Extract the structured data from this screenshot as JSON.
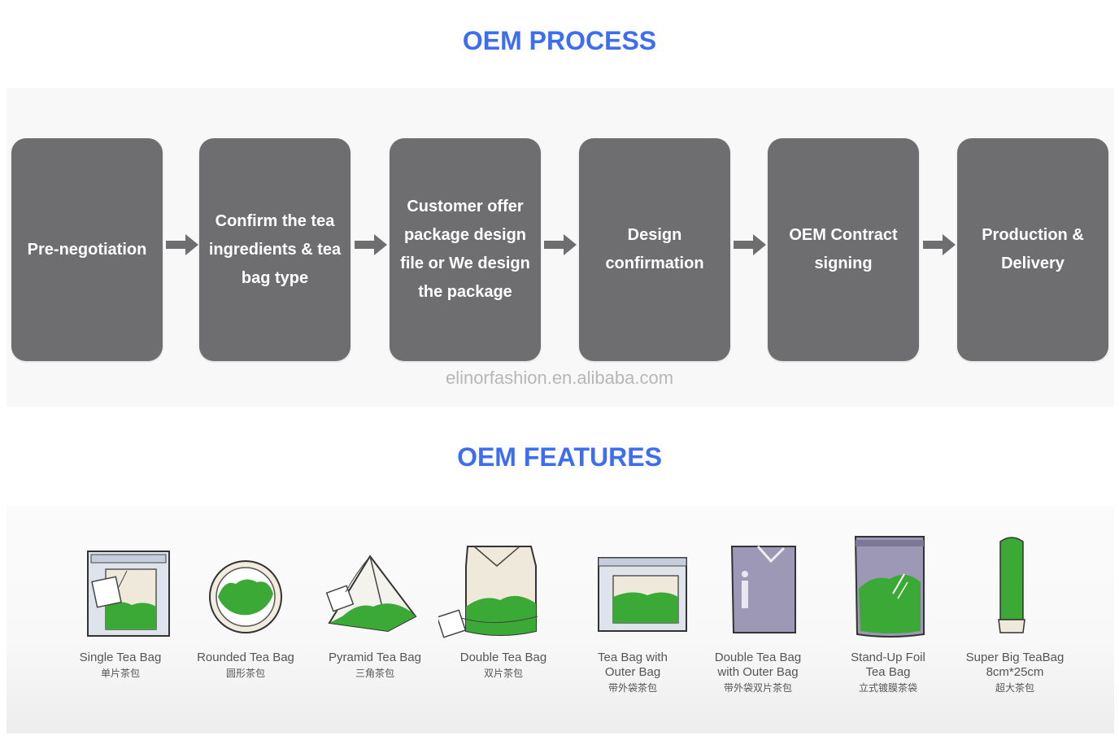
{
  "process": {
    "title": "OEM PROCESS",
    "steps": [
      {
        "lines": [
          "Pre-negotiation"
        ]
      },
      {
        "lines": [
          "Confirm the tea",
          "ingredients & tea",
          "bag type"
        ]
      },
      {
        "lines": [
          "Customer offer",
          "package design",
          "file or We design",
          "the package"
        ]
      },
      {
        "lines": [
          "Design",
          "confirmation"
        ]
      },
      {
        "lines": [
          "OEM Contract",
          "signing"
        ]
      },
      {
        "lines": [
          "Production &",
          "Delivery"
        ]
      }
    ],
    "watermark": "elinorfashion.en.alibaba.com"
  },
  "features": {
    "title": "OEM FEATURES",
    "items": [
      {
        "name": [
          "Single Tea Bag"
        ],
        "cn": "单片茶包",
        "icon": "single-tea-bag-icon"
      },
      {
        "name": [
          "Rounded Tea Bag"
        ],
        "cn": "圆形茶包",
        "icon": "rounded-tea-bag-icon"
      },
      {
        "name": [
          "Pyramid Tea Bag"
        ],
        "cn": "三角茶包",
        "icon": "pyramid-tea-bag-icon"
      },
      {
        "name": [
          "Double Tea Bag"
        ],
        "cn": "双片茶包",
        "icon": "double-tea-bag-icon"
      },
      {
        "name": [
          "Tea Bag with",
          "Outer Bag"
        ],
        "cn": "带外袋茶包",
        "icon": "tea-bag-outer-bag-icon"
      },
      {
        "name": [
          "Double Tea Bag",
          "with Outer Bag"
        ],
        "cn": "带外袋双片茶包",
        "icon": "double-tea-bag-outer-bag-icon"
      },
      {
        "name": [
          "Stand-Up Foil",
          "Tea Bag"
        ],
        "cn": "立式镀膜茶袋",
        "icon": "stand-up-foil-bag-icon"
      },
      {
        "name": [
          "Super Big TeaBag",
          "8cm*25cm"
        ],
        "cn": "超大茶包",
        "icon": "super-big-tea-bag-icon"
      }
    ]
  },
  "colors": {
    "title": "#3d6ef2",
    "step_box": "#6e6d6f",
    "arrow": "#6e6d6f",
    "tea_green": "#3aa935"
  }
}
